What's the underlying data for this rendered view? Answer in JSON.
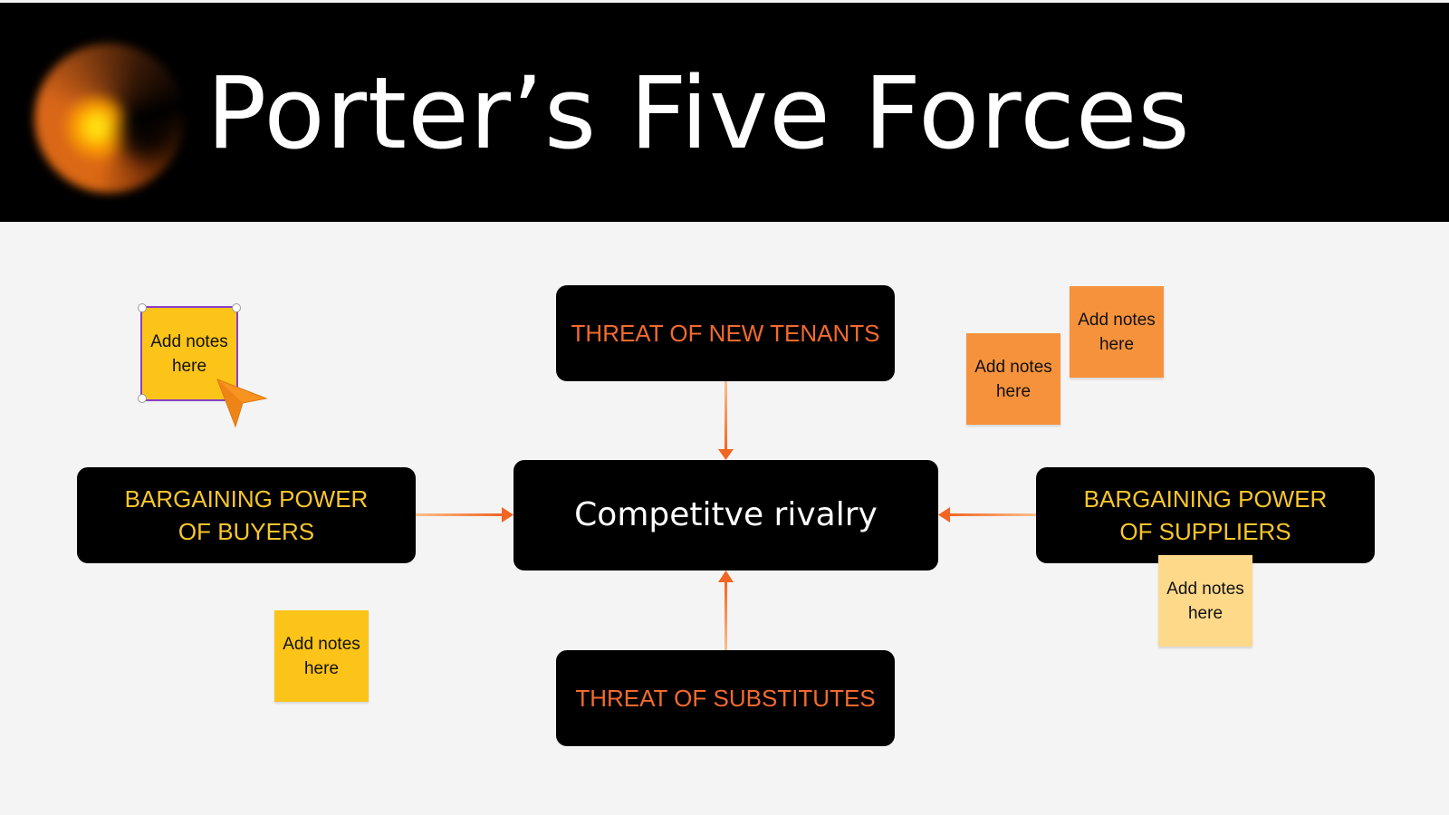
{
  "header": {
    "title": "Porter’s Five Forces"
  },
  "diagram": {
    "center": {
      "label": "Competitve rivalry"
    },
    "top": {
      "label": "THREAT OF NEW TENANTS",
      "color": "#f26a2e"
    },
    "bottom": {
      "label": "THREAT OF SUBSTITUTES",
      "color": "#f26a2e"
    },
    "left": {
      "line1": "BARGAINING POWER",
      "line2": "OF BUYERS",
      "color": "#f8c62c"
    },
    "right": {
      "line1": "BARGAINING POWER",
      "line2": "OF SUPPLIERS",
      "color": "#f8c62c"
    }
  },
  "notes": [
    {
      "text": "Add notes here",
      "color": "#fcc419"
    },
    {
      "text": "Add notes here",
      "color": "#f6923c"
    },
    {
      "text": "Add notes here",
      "color": "#f6923c"
    },
    {
      "text": "Add notes here",
      "color": "#fcc419"
    },
    {
      "text": "Add notes here",
      "color": "#ffd98a"
    }
  ],
  "colors": {
    "arrow": "#f26522",
    "selection": "#8a3fc7",
    "cursor": "#f7931e"
  }
}
